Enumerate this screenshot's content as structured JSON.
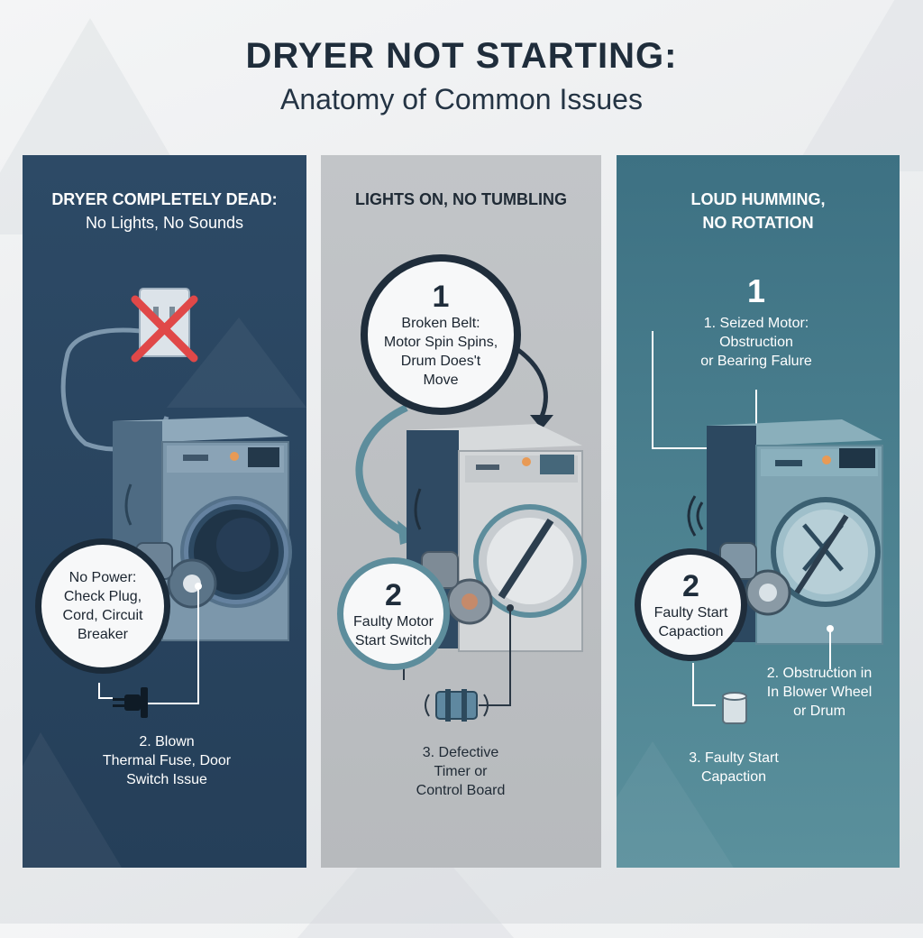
{
  "header": {
    "title": "DRYER NOT STARTING:",
    "subtitle": "Anatomy of Common Issues"
  },
  "panels": [
    {
      "title": "DRYER COMPLETELY DEAD:",
      "subtitle": "No Lights, No Sounds",
      "callout": {
        "lines": [
          "No Power:",
          "Check Plug,",
          "Cord, Circuit",
          "Breaker"
        ]
      },
      "label": {
        "lines": [
          "2. Blown",
          "Thermal Fuse, Door",
          "Switch Issue"
        ]
      },
      "color": "#2a4660"
    },
    {
      "title": "LIGHTS ON, NO TUMBLING",
      "callout1": {
        "number": "1",
        "lines": [
          "Broken Belt:",
          "Motor Spin Spins,",
          "Drum Does't",
          "Move"
        ]
      },
      "callout2": {
        "number": "2",
        "lines": [
          "Faulty Motor",
          "Start Switch"
        ]
      },
      "label": {
        "lines": [
          "3. Defective",
          "Timer or",
          "Control Board"
        ]
      },
      "color": "#bcbfc2"
    },
    {
      "title_lines": [
        "LOUD HUMMING,",
        "NO ROTATION"
      ],
      "number1": "1",
      "label1": {
        "lines": [
          "1. Seized Motor:",
          "Obstruction",
          "or Bearing Falure"
        ]
      },
      "callout2": {
        "number": "2",
        "lines": [
          "Faulty Start",
          "Capaction"
        ]
      },
      "label2": {
        "lines": [
          "2. Obstruction in",
          "In Blower Wheel",
          "or Drum"
        ]
      },
      "label3": {
        "lines": [
          "3. Faulty Start",
          "Capaction"
        ]
      },
      "color": "#4a8190"
    }
  ],
  "icons": [
    "outlet-x-icon",
    "plug-icon",
    "dryer-icon",
    "motor-icon",
    "arrow-icon",
    "switch-icon",
    "capacitor-icon",
    "vibration-icon"
  ]
}
